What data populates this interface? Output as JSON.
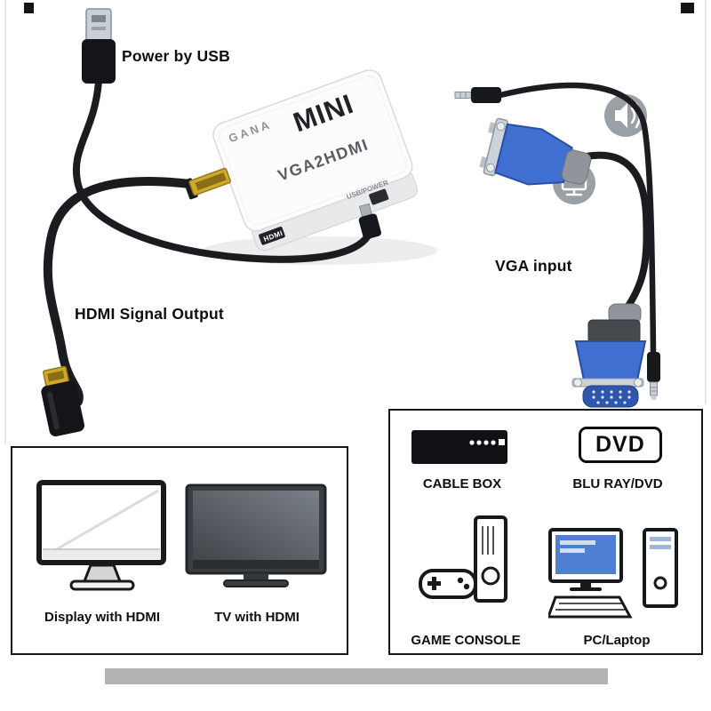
{
  "annotations": {
    "power_by_usb": "Power by USB",
    "hdmi_signal_output": "HDMI Signal Output",
    "vga_input": "VGA input"
  },
  "device": {
    "brand": "GANA",
    "model": "MINI",
    "name": "VGA2HDMI",
    "ports": {
      "hdmi": "HDMI",
      "usb": "USB/POWER"
    }
  },
  "hdmi_panel": {
    "items": [
      {
        "id": "display",
        "label": "Display with HDMI"
      },
      {
        "id": "tv",
        "label": "TV with HDMI"
      }
    ]
  },
  "source_panel": {
    "items": [
      {
        "id": "cable-box",
        "label": "CABLE BOX"
      },
      {
        "id": "blu-ray",
        "label": "BLU RAY/DVD",
        "badge": "DVD"
      },
      {
        "id": "game-console",
        "label": "GAME CONSOLE"
      },
      {
        "id": "pc",
        "label": "PC/Laptop"
      }
    ]
  },
  "colors": {
    "vga_blue": "#3f6fd1",
    "hdmi_gold": "#d1a92b",
    "cable_black": "#1b1c1f",
    "watermark_gray": "#9aa0a6",
    "screen_blue": "#4f7fd0"
  }
}
